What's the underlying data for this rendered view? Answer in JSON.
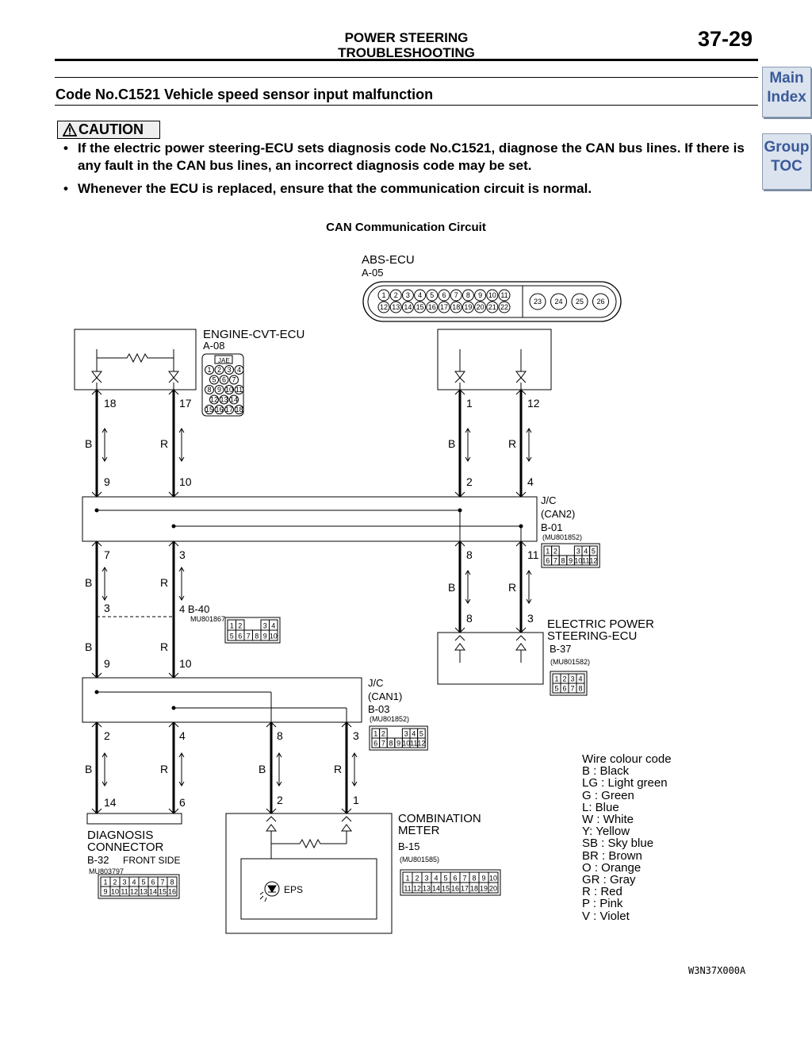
{
  "header": {
    "section_title": "POWER STEERING",
    "section_subtitle": "TROUBLESHOOTING",
    "page_number": "37-29"
  },
  "nav": {
    "main_index": [
      "Main",
      "Index"
    ],
    "group_toc": [
      "Group",
      "TOC"
    ]
  },
  "code_title": "Code No.C1521 Vehicle speed sensor input malfunction",
  "caution": {
    "label": "CAUTION",
    "items": [
      "If the electric power steering-ECU sets diagnosis code No.C1521, diagnose the CAN bus lines. If there is any fault in the CAN bus lines, an incorrect diagnosis code may be set.",
      "Whenever the ECU is replaced, ensure that the communication circuit is normal."
    ]
  },
  "diagram": {
    "title": "CAN Communication Circuit",
    "components": {
      "abs_ecu": {
        "name": "ABS-ECU",
        "ref": "A-05"
      },
      "engine_ecu": {
        "name": "ENGINE-CVT-ECU",
        "ref": "A-08",
        "connector_brand": "JAE"
      },
      "jc_can2": {
        "name": "J/C",
        "sub": "(CAN2)",
        "ref": "B-01",
        "part": "(MU801852)"
      },
      "b40": {
        "ref": "4 B-40",
        "part": "MU801867"
      },
      "eps_ecu": {
        "name": "ELECTRIC POWER",
        "name2": "STEERING-ECU",
        "ref": "B-37",
        "part": "(MU801582)"
      },
      "jc_can1": {
        "name": "J/C",
        "sub": "(CAN1)",
        "ref": "B-03",
        "part": "(MU801852)"
      },
      "diag_conn": {
        "name": "DIAGNOSIS",
        "name2": "CONNECTOR",
        "ref": "B-32",
        "side": "FRONT SIDE",
        "part": "MU803797"
      },
      "combo_meter": {
        "name": "COMBINATION",
        "name2": "METER",
        "ref": "B-15",
        "part": "(MU801585)",
        "lamp": "EPS"
      }
    },
    "pins": {
      "e18": "18",
      "e17": "17",
      "j2_9": "9",
      "j2_10": "10",
      "j2_7": "7",
      "j2_3": "3",
      "b40_3": "3",
      "j1_9": "9",
      "j1_10": "10",
      "j1_2": "2",
      "j1_4": "4",
      "j1_8": "8",
      "j1_3": "3",
      "d14": "14",
      "d6": "6",
      "m2": "2",
      "m1": "1",
      "a1": "1",
      "a12": "12",
      "j2_2": "2",
      "j2_4": "4",
      "j2_8": "8",
      "j2_11": "11",
      "p8": "8",
      "p3": "3"
    },
    "wire_codes": {
      "black": "B",
      "red": "R"
    }
  },
  "legend": {
    "title": "Wire colour code",
    "items": [
      "B : Black",
      "LG : Light green",
      "G : Green",
      "L: Blue",
      "W : White",
      "Y: Yellow",
      "SB : Sky blue",
      "BR : Brown",
      "O : Orange",
      "GR : Gray",
      "R : Red",
      "P : Pink",
      "V : Violet"
    ]
  },
  "figure_code": "W3N37X000A"
}
